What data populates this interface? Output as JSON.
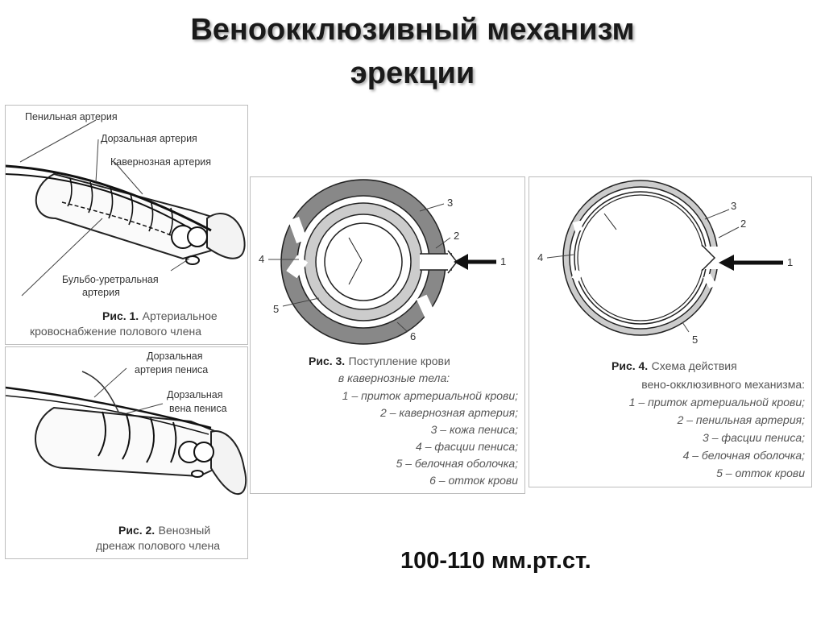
{
  "title": {
    "line1": "Веноокклюзивный механизм",
    "line2": "эрекции"
  },
  "fig1": {
    "label_penile": "Пенильная артерия",
    "label_dorsal": "Дорзальная артерия",
    "label_cavernous": "Кавернозная артерия",
    "label_bulbo1": "Бульбо-уретральная",
    "label_bulbo2": "артерия",
    "caption_num": "Рис. 1.",
    "caption_l1": "Артериальное",
    "caption_l2": "кровоснабжение полового члена"
  },
  "fig2": {
    "label_dorsal_art1": "Дорзальная",
    "label_dorsal_art2": "артерия пениса",
    "label_dorsal_vein1": "Дорзальная",
    "label_dorsal_vein2": "вена пениса",
    "caption_num": "Рис. 2.",
    "caption_l1": "Венозный",
    "caption_l2": "дренаж полового члена"
  },
  "fig3": {
    "n1": "1",
    "n2": "2",
    "n3": "3",
    "n4": "4",
    "n5": "5",
    "n6": "6",
    "caption_num": "Рис. 3.",
    "caption_l1": "Поступление крови",
    "caption_l2": "в кавернозные тела:",
    "legend": [
      "1 – приток артериальной крови;",
      "2 – кавернозная артерия;",
      "3 – кожа пениса;",
      "4 – фасции пениса;",
      "5 – белочная оболочка;",
      "6 – отток крови"
    ]
  },
  "fig4": {
    "n1": "1",
    "n2": "2",
    "n3": "3",
    "n4": "4",
    "n5": "5",
    "caption_num": "Рис. 4.",
    "caption_l1": "Схема действия",
    "caption_l2": "вено-окклюзивного механизма:",
    "legend": [
      "1 – приток артериальной крови;",
      "2 – пенильная артерия;",
      "3 – фасции пениса;",
      "4 – белочная оболочка;",
      "5 – отток крови"
    ]
  },
  "pressure": "100-110 мм.рт.ст."
}
